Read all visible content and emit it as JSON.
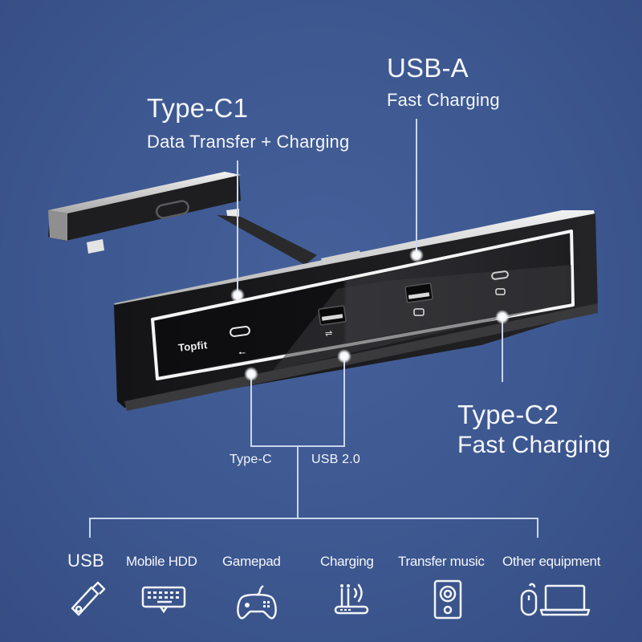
{
  "colors": {
    "background": "#3f5992",
    "text": "#f4f6fa",
    "line": "#c9d6ee",
    "device_body": "#1c1c1e",
    "device_trim": "#d9d9d9"
  },
  "callouts": {
    "type_c1": {
      "title": "Type-C1",
      "subtitle": "Data Transfer + Charging"
    },
    "usb_a": {
      "title": "USB-A",
      "subtitle": "Fast Charging"
    },
    "type_c2": {
      "title": "Type-C2",
      "subtitle": "Fast Charging"
    },
    "type_c_data": {
      "label": "Type-C"
    },
    "usb_2_0": {
      "label": "USB 2.0"
    }
  },
  "device": {
    "brand": "Topfit",
    "ports": [
      {
        "name": "Type-C1",
        "glyph": "usb-symbol"
      },
      {
        "name": "USB 2.0",
        "glyph": "usb-symbol"
      },
      {
        "name": "USB-A",
        "glyph": "charging-symbol"
      },
      {
        "name": "Type-C2",
        "glyph": "charging-symbol"
      }
    ]
  },
  "applications": [
    {
      "label": "USB",
      "icon": "usb-flash-drive-icon"
    },
    {
      "label": "Mobile HDD",
      "icon": "keyboard-icon"
    },
    {
      "label": "Gamepad",
      "icon": "gamepad-icon"
    },
    {
      "label": "Charging",
      "icon": "router-wireless-icon"
    },
    {
      "label": "Transfer music",
      "icon": "speaker-icon"
    },
    {
      "label": "Other equipment",
      "icon": "mouse-laptop-icon"
    }
  ]
}
